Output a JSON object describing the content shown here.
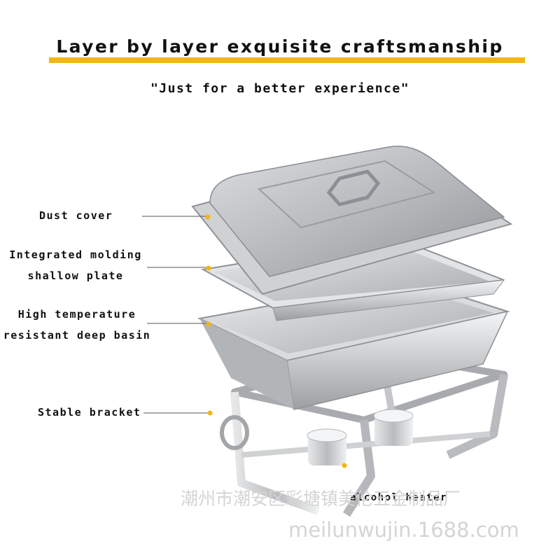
{
  "header": {
    "title": "Layer by layer exquisite craftsmanship",
    "subtitle": "\"Just for a better experience\""
  },
  "callouts": {
    "dust_cover": "Dust cover",
    "shallow_plate_line1": "Integrated molding",
    "shallow_plate_line2": "shallow plate",
    "deep_basin_line1": "High temperature",
    "deep_basin_line2": "resistant deep basin",
    "bracket": "Stable bracket",
    "heater": "alcohol heater"
  },
  "watermark": {
    "company": "潮州市潮安区彩塘镇美伦五金制品厂",
    "site": "meilunwujin.1688.com"
  },
  "colors": {
    "accent": "#f2b613",
    "text": "#111111",
    "steel": "#c9cbcd"
  }
}
